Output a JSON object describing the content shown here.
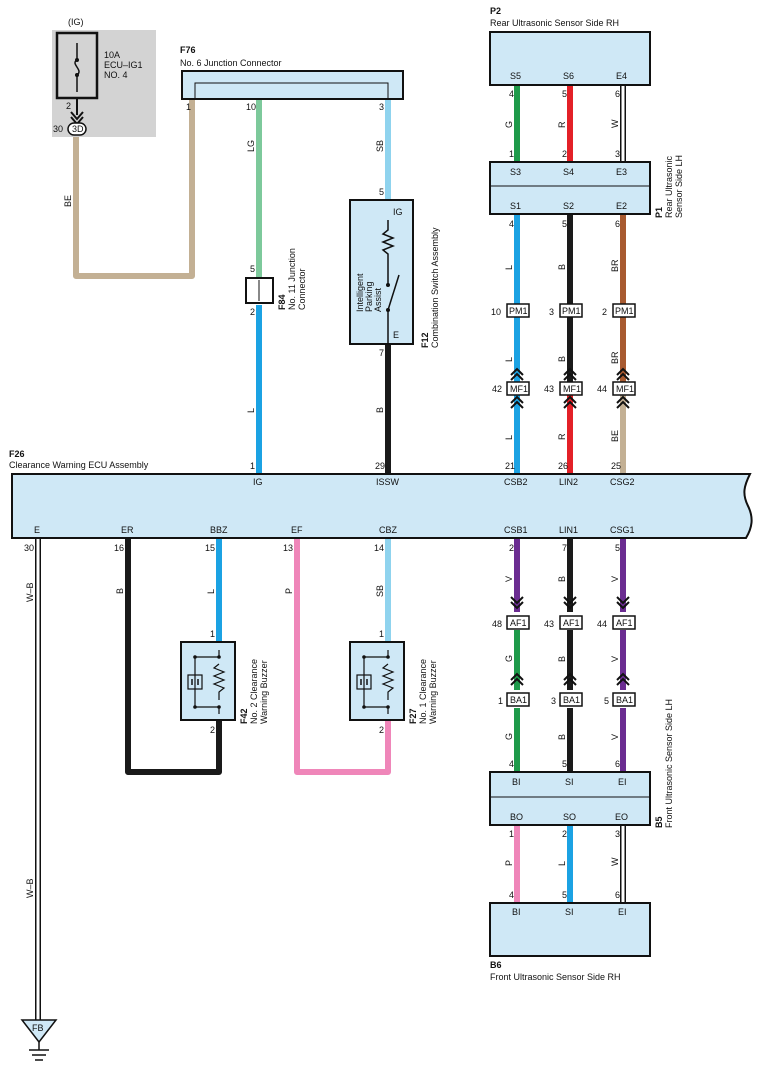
{
  "fuse": {
    "ig": "(IG)",
    "rating": "10A",
    "name": "ECU–IG1",
    "num": "NO. 4",
    "pin": "2",
    "conn_pin": "30",
    "conn": "3D"
  },
  "f76": {
    "code": "F76",
    "name": "No. 6 Junction Connector",
    "pins": [
      "1",
      "10",
      "3"
    ]
  },
  "p2": {
    "code": "P2",
    "name": "Rear Ultrasonic Sensor Side RH",
    "terms": [
      "S5",
      "S6",
      "E4"
    ],
    "pins": [
      "4",
      "5",
      "6"
    ]
  },
  "p1": {
    "code": "P1",
    "name_l1": "Rear Ultrasonic",
    "name_l2": "Sensor Side LH",
    "top_terms": [
      "S3",
      "S4",
      "E3"
    ],
    "top_pins": [
      "1",
      "2",
      "3"
    ],
    "bot_terms": [
      "S1",
      "S2",
      "E2"
    ],
    "bot_pins": [
      "4",
      "5",
      "6"
    ]
  },
  "f84": {
    "code": "F84",
    "name_l1": "No. 11 Junction",
    "name_l2": "Connector",
    "pin_top": "5",
    "pin_bot": "2"
  },
  "f12": {
    "code": "F12",
    "name": "Combination Switch Assembly",
    "sw_l1": "Intelligent",
    "sw_l2": "Parking",
    "sw_l3": "Assist",
    "ig": "IG",
    "e": "E",
    "pin_top": "5",
    "pin_bot": "7"
  },
  "pm1": {
    "label": "PM1",
    "pins": [
      "10",
      "3",
      "2"
    ]
  },
  "mf1": {
    "label": "MF1",
    "pins": [
      "42",
      "43",
      "44"
    ]
  },
  "af1": {
    "label": "AF1",
    "pins": [
      "48",
      "43",
      "44"
    ]
  },
  "ba1": {
    "label": "BA1",
    "pins": [
      "1",
      "3",
      "5"
    ]
  },
  "f26": {
    "code": "F26",
    "name": "Clearance Warning ECU Assembly",
    "top_pins": [
      "1",
      "29",
      "21",
      "26",
      "25"
    ],
    "top_terms": [
      "IG",
      "ISSW",
      "CSB2",
      "LIN2",
      "CSG2"
    ],
    "bot_terms": [
      "E",
      "ER",
      "BBZ",
      "EF",
      "CBZ",
      "CSB1",
      "LIN1",
      "CSG1"
    ],
    "bot_pins": [
      "30",
      "16",
      "15",
      "13",
      "14",
      "2",
      "7",
      "5"
    ]
  },
  "f42": {
    "code": "F42",
    "name_l1": "No. 2 Clearance",
    "name_l2": "Warning Buzzer",
    "pin_top": "1",
    "pin_bot": "2"
  },
  "f27": {
    "code": "F27",
    "name_l1": "No. 1 Clearance",
    "name_l2": "Warning Buzzer",
    "pin_top": "1",
    "pin_bot": "2"
  },
  "b5": {
    "code": "B5",
    "name": "Front Ultrasonic Sensor Side LH",
    "top_terms": [
      "BI",
      "SI",
      "EI"
    ],
    "top_pins": [
      "4",
      "5",
      "6"
    ],
    "bot_terms": [
      "BO",
      "SO",
      "EO"
    ],
    "bot_pins": [
      "1",
      "2",
      "3"
    ]
  },
  "b6": {
    "code": "B6",
    "name": "Front Ultrasonic Sensor Side RH",
    "terms": [
      "BI",
      "SI",
      "EI"
    ],
    "pins": [
      "4",
      "5",
      "6"
    ]
  },
  "ground": {
    "label": "FB"
  },
  "wire_labels": {
    "be_fuse": "BE",
    "lg": "LG",
    "sb_f76": "SB",
    "l_f84": "L",
    "b_f12": "B",
    "p2p1": [
      "G",
      "R",
      "W"
    ],
    "p1pm1": [
      "L",
      "B",
      "BR"
    ],
    "pm1mf1": [
      "L",
      "B",
      "BR"
    ],
    "mf1f26": [
      "L",
      "R",
      "BE"
    ],
    "f26af1": [
      "V",
      "B",
      "V"
    ],
    "af1ba1": [
      "G",
      "B",
      "V"
    ],
    "ba1b5": [
      "G",
      "B",
      "V"
    ],
    "b5b6": [
      "P",
      "L",
      "W"
    ],
    "wb": [
      "W–B",
      "W–B"
    ],
    "er": "B",
    "bbz": "L",
    "ef": "P",
    "cbz": "SB"
  },
  "colors": {
    "box": "#cfe8f6",
    "BE": "#c3b094",
    "LG": "#7dc99b",
    "SB": "#8fd3ee",
    "L": "#1ba2e3",
    "B": "#1a1a1a",
    "G": "#1e9a4a",
    "R": "#e32027",
    "BR": "#a85a30",
    "V": "#6b2c91",
    "P": "#ef86b9",
    "W": "#ffffff"
  }
}
